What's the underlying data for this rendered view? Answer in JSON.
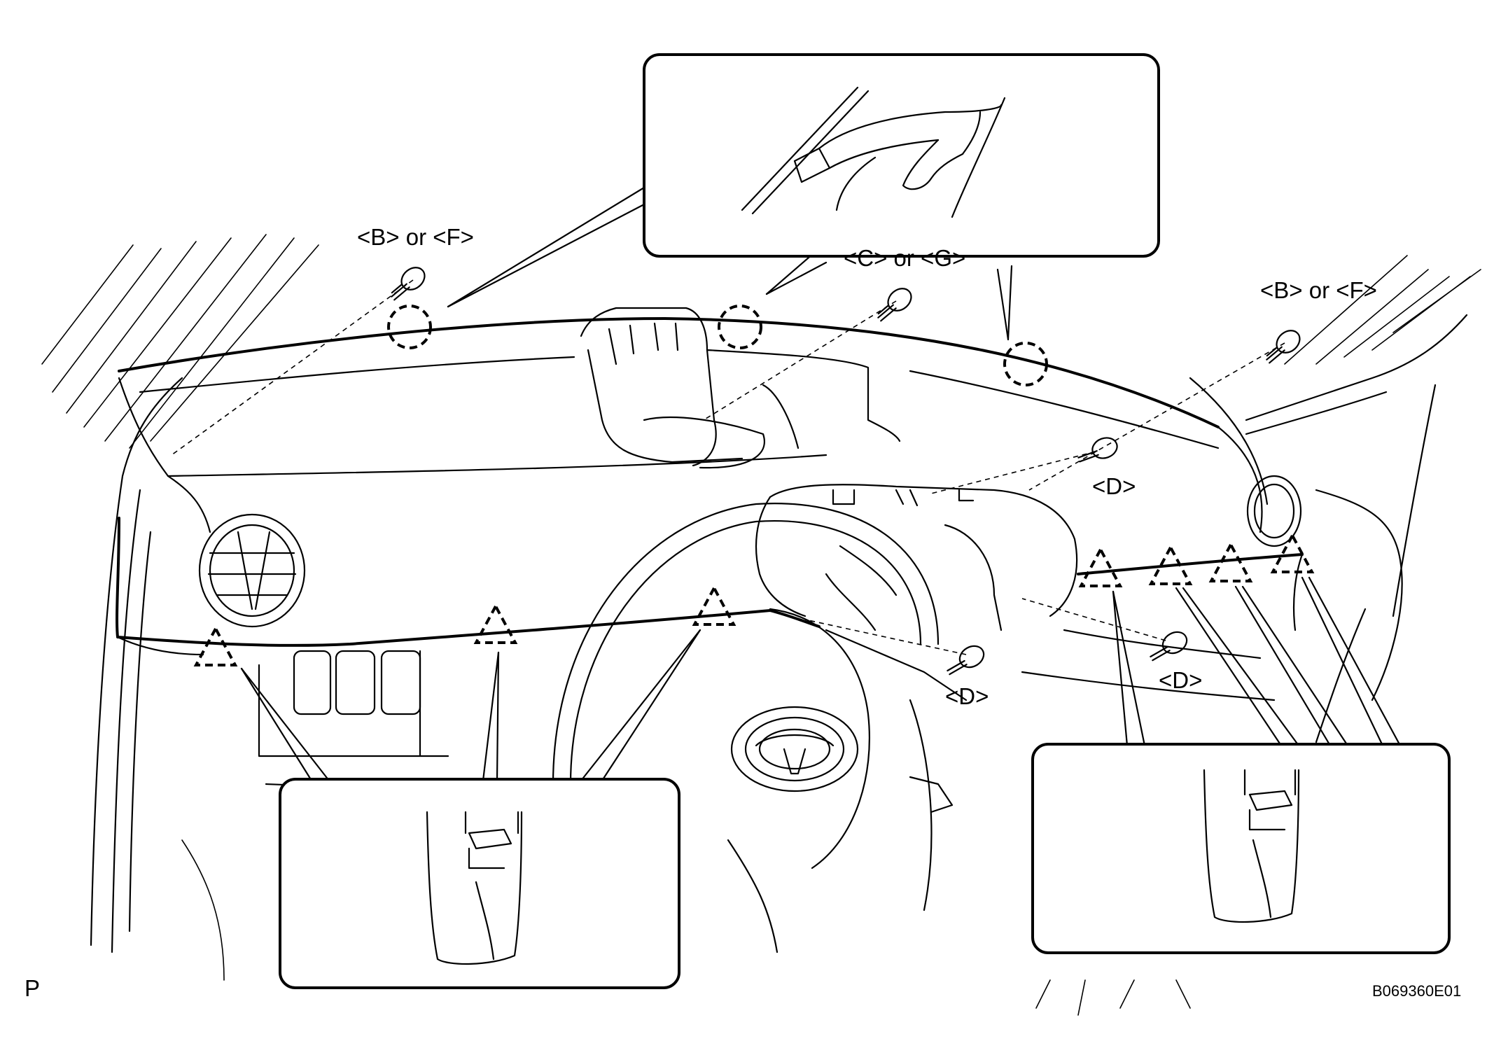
{
  "labels": {
    "clip_b_or_f_left": "<B> or <F>",
    "clip_c_or_g": "<C> or <G>",
    "clip_b_or_f_right": "<B> or <F>",
    "screw_d_upper": "<D>",
    "screw_d_center": "<D>",
    "screw_d_right": "<D>",
    "corner_mark": "P",
    "figure_id": "B069360E01"
  },
  "icons": [
    "screw-icon",
    "clip-circle-marker",
    "claw-triangle-marker",
    "steering-wheel",
    "toyota-emblem-icon"
  ]
}
